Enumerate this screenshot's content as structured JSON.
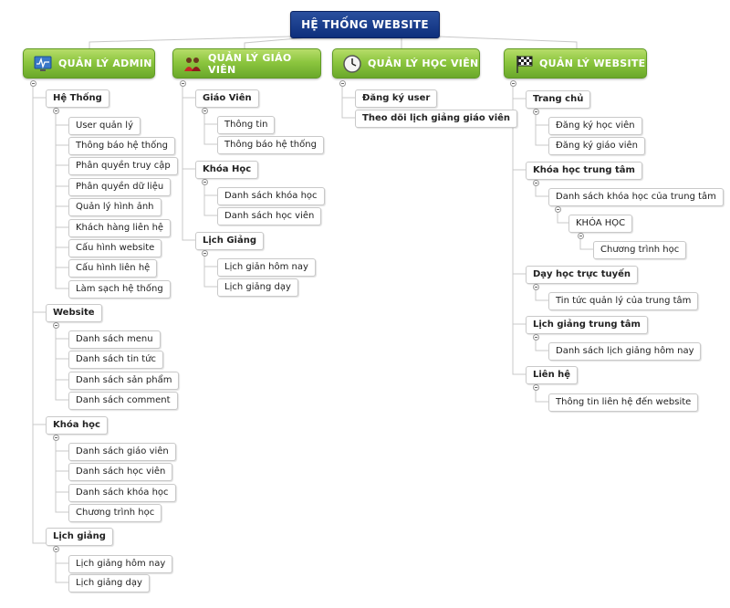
{
  "root": {
    "title": "HỆ THỐNG WEBSITE"
  },
  "branches": [
    {
      "label": "QUẢN LÝ ADMIN",
      "icon": "monitor-icon"
    },
    {
      "label": "QUẢN LÝ GIÁO VIÊN",
      "icon": "users-icon"
    },
    {
      "label": "QUẢN LÝ HỌC VIÊN",
      "icon": "clock-icon"
    },
    {
      "label": "QUẢN LÝ WEBSITE",
      "icon": "checkered-flag-icon"
    }
  ],
  "admin": {
    "he_thong": {
      "label": "Hệ Thống",
      "items": [
        "User quản lý",
        "Thông báo hệ thống",
        "Phân quyền truy cập",
        "Phân quyền dữ liệu",
        "Quản lý hình ảnh",
        "Khách hàng liên hệ",
        "Cấu hình website",
        "Cấu hình liên hệ",
        "Làm sạch hệ thống"
      ]
    },
    "website": {
      "label": "Website",
      "items": [
        "Danh sách menu",
        "Danh sách tin tức",
        "Danh sách sản phẩm",
        "Danh sách comment"
      ]
    },
    "khoa_hoc": {
      "label": "Khóa học",
      "items": [
        "Danh sách giáo viên",
        "Danh sách học viên",
        "Danh sách khóa học",
        "Chương trình học"
      ]
    },
    "lich_giang": {
      "label": "Lịch giảng",
      "items": [
        "Lịch giảng hôm nay",
        "Lịch giảng dạy"
      ]
    }
  },
  "giao_vien": {
    "giao_vien": {
      "label": "Giáo Viên",
      "items": [
        "Thông tin",
        "Thông báo hệ thống"
      ]
    },
    "khoa_hoc": {
      "label": "Khóa Học",
      "items": [
        "Danh sách khóa học",
        "Danh sách học viên"
      ]
    },
    "lich_giang": {
      "label": "Lịch Giảng",
      "items": [
        "Lịch giản hôm nay",
        "Lịch giảng dạy"
      ]
    }
  },
  "hoc_vien": {
    "items": [
      "Đăng ký user",
      "Theo dõi lịch giảng giáo viên"
    ]
  },
  "website_mgmt": {
    "trang_chu": {
      "label": "Trang chủ",
      "items": [
        "Đăng ký học viên",
        "Đăng ký giáo viên"
      ]
    },
    "khoa_hoc_tt": {
      "label": "Khóa học trung tâm",
      "item": "Danh sách khóa học của trung tâm",
      "sub": "KHÓA HỌC",
      "subsub": "Chương trình học"
    },
    "day_hoc": {
      "label": "Dạy học trực tuyến",
      "item": "Tin tức quản lý của trung tâm"
    },
    "lich_giang_tt": {
      "label": "Lịch giảng trung tâm",
      "item": "Danh sách lịch giảng hôm nay"
    },
    "lien_he": {
      "label": "Liên hệ",
      "item": "Thông tin liên hệ đến website"
    }
  }
}
